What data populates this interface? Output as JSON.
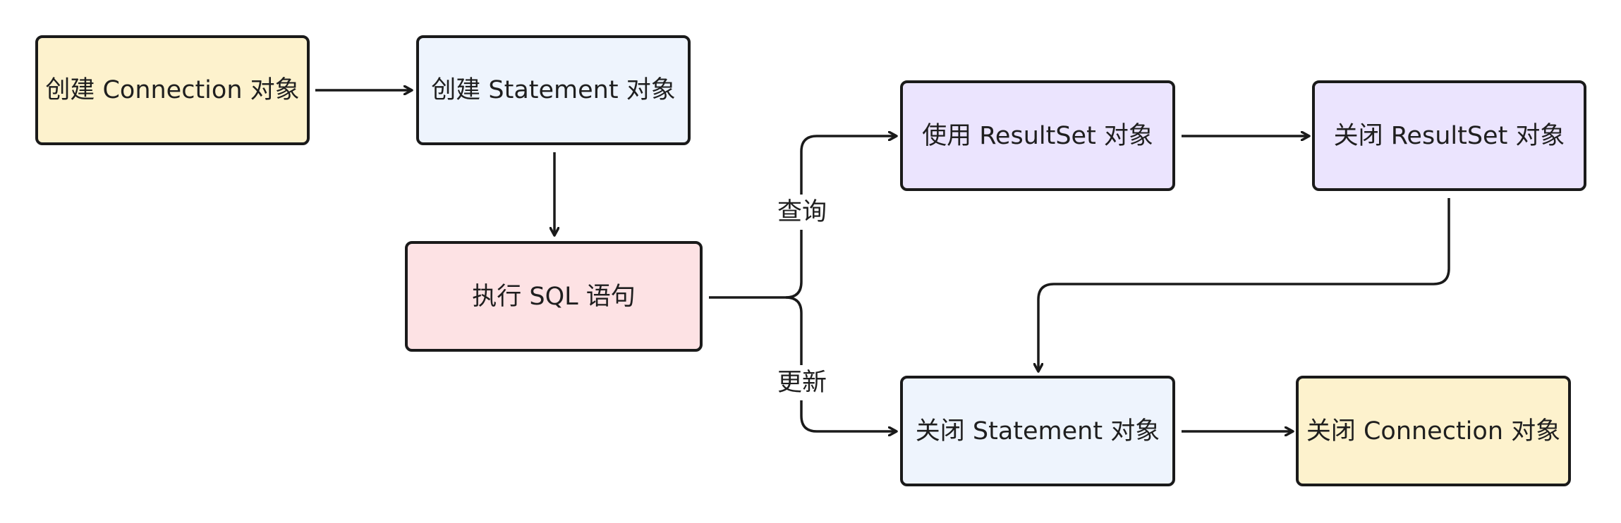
{
  "nodes": {
    "create_connection": "创建 Connection 对象",
    "create_statement": "创建 Statement 对象",
    "execute_sql": "执行 SQL 语句",
    "use_resultset": "使用 ResultSet 对象",
    "close_resultset": "关闭 ResultSet 对象",
    "close_statement": "关闭 Statement 对象",
    "close_connection": "关闭 Connection 对象"
  },
  "edge_labels": {
    "query": "查询",
    "update": "更新"
  },
  "colors": {
    "yellow": "#fdf2cd",
    "blue": "#eef4fd",
    "pink": "#fde2e4",
    "purple": "#ebe4fe",
    "stroke": "#1a1a1a"
  }
}
